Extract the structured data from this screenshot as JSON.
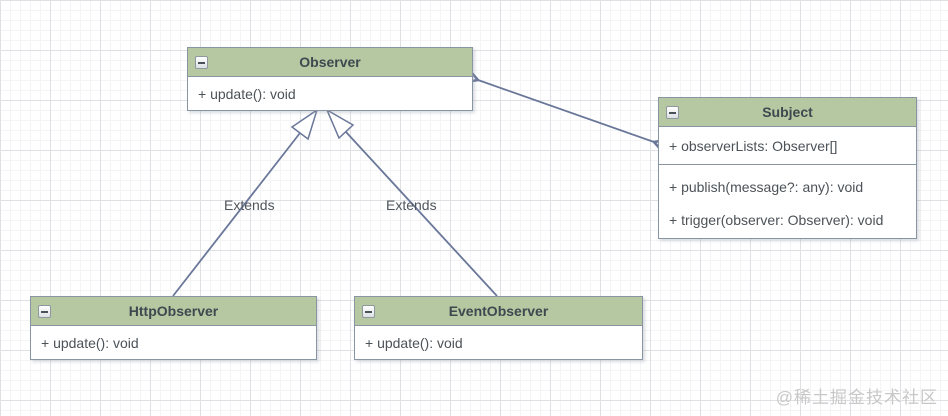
{
  "diagram": {
    "classes": [
      {
        "name": "Observer",
        "compartments": [
          [
            "+ update(): void"
          ]
        ]
      },
      {
        "name": "Subject",
        "compartments": [
          [
            "+ observerLists: Observer[]"
          ],
          [
            "+ publish(message?: any): void",
            "+ trigger(observer: Observer): void"
          ]
        ]
      },
      {
        "name": "HttpObserver",
        "compartments": [
          [
            "+ update(): void"
          ]
        ]
      },
      {
        "name": "EventObserver",
        "compartments": [
          [
            "+ update(): void"
          ]
        ]
      }
    ],
    "relationships": [
      {
        "type": "generalization",
        "from": "HttpObserver",
        "to": "Observer",
        "label": "Extends"
      },
      {
        "type": "generalization",
        "from": "EventObserver",
        "to": "Observer",
        "label": "Extends"
      },
      {
        "type": "bidirectional-association",
        "from": "Observer",
        "to": "Subject"
      }
    ],
    "colors": {
      "header_fill": "#b6c8a2",
      "box_border": "#8a95a3",
      "line": "#6a7799",
      "text": "#4b5258",
      "title": "#3f474f",
      "watermark": "#c8c8c8"
    },
    "collapse_icon": "minus"
  },
  "watermark_text": "@稀土掘金技术社区"
}
